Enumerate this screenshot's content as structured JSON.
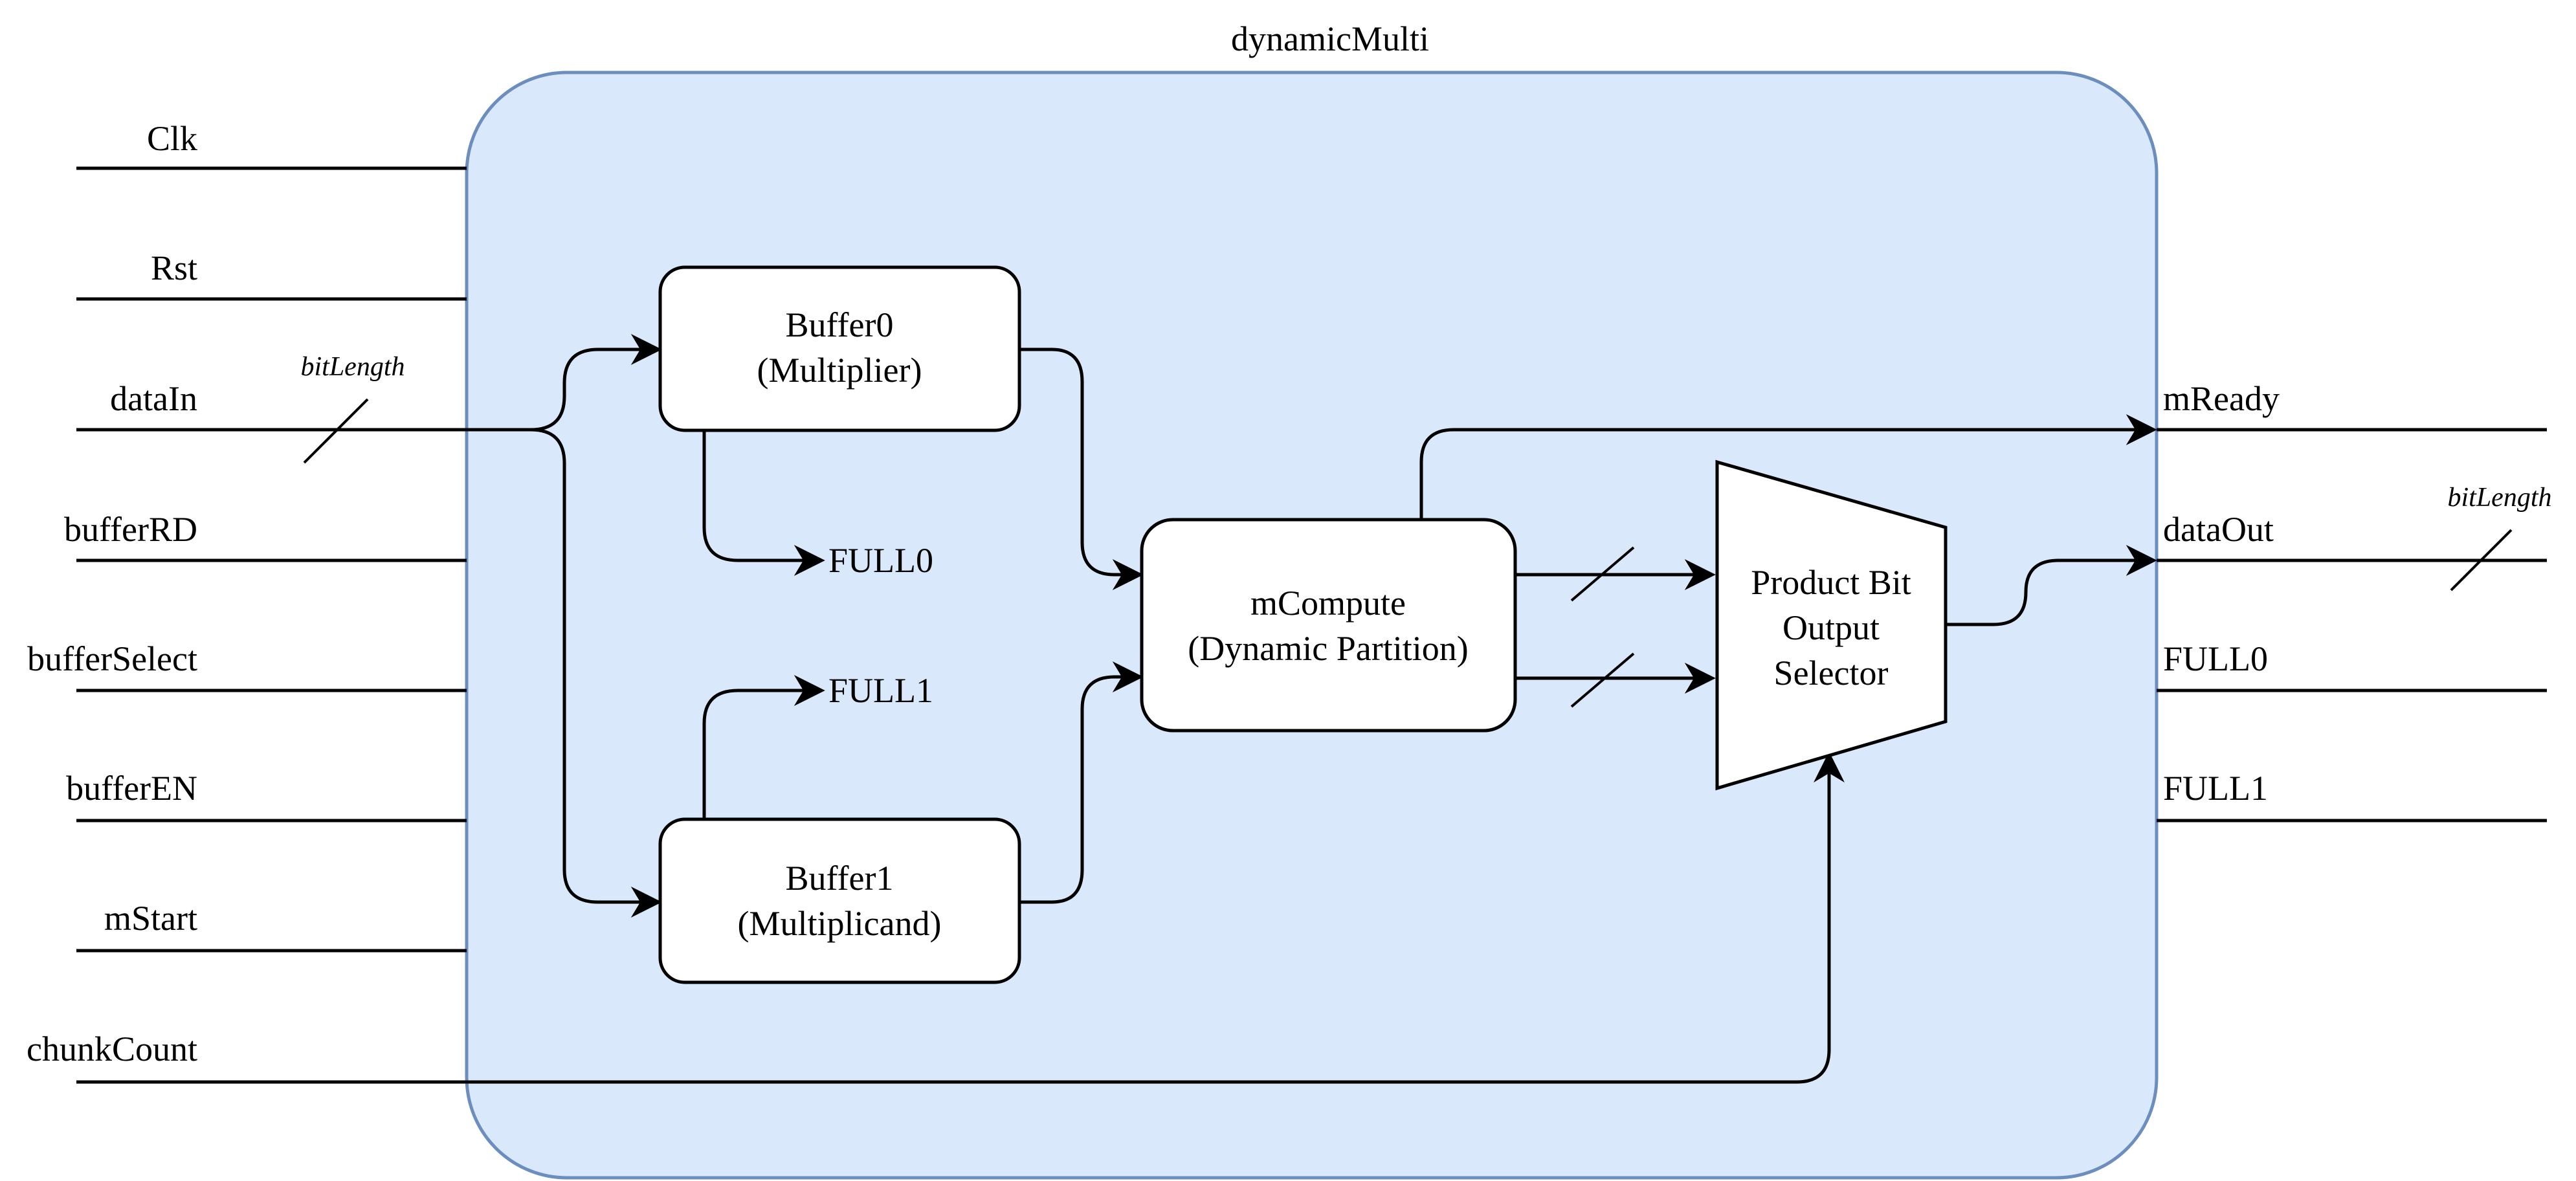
{
  "title": "dynamicMulti",
  "inputs": {
    "clk": "Clk",
    "rst": "Rst",
    "data_in": "dataIn",
    "buffer_rd": "bufferRD",
    "buffer_select": "bufferSelect",
    "buffer_en": "bufferEN",
    "m_start": "mStart",
    "chunk_count": "chunkCount"
  },
  "outputs": {
    "m_ready": "mReady",
    "data_out": "dataOut",
    "full0": "FULL0",
    "full1": "FULL1"
  },
  "bus_width_label": "bitLength",
  "blocks": {
    "buffer0": {
      "line1": "Buffer0",
      "line2": "(Multiplier)"
    },
    "buffer1": {
      "line1": "Buffer1",
      "line2": "(Multiplicand)"
    },
    "mcompute": {
      "line1": "mCompute",
      "line2": "(Dynamic Partition)"
    },
    "selector": {
      "line1": "Product Bit",
      "line2": "Output",
      "line3": "Selector"
    }
  },
  "internal_signals": {
    "full0": "FULL0",
    "full1": "FULL1"
  },
  "colors": {
    "module_fill": "#dae8fc",
    "module_stroke": "#6c8ebf",
    "block_fill": "#ffffff",
    "line": "#000000"
  }
}
